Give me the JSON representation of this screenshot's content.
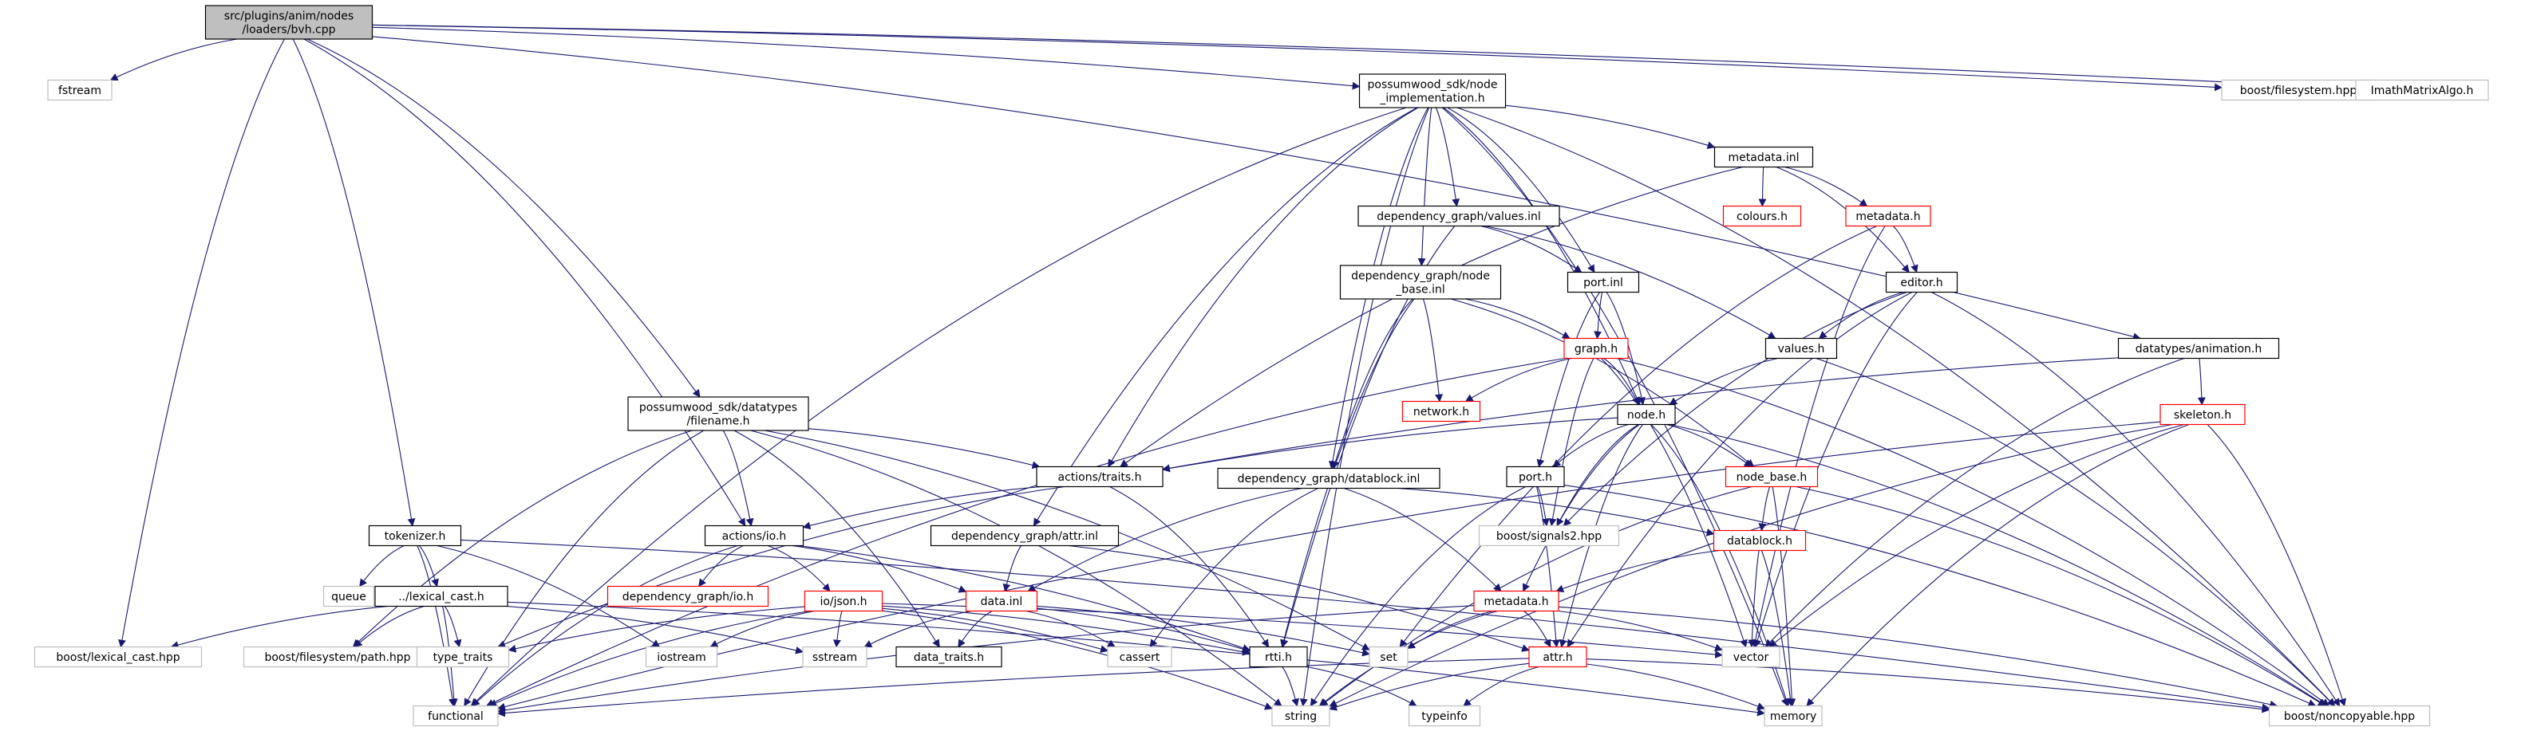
{
  "graph": {
    "nodes": [
      {
        "id": "bvh",
        "lines": [
          "src/plugins/anim/nodes",
          "/loaders/bvh.cpp"
        ],
        "style": "root"
      },
      {
        "id": "fstream",
        "lines": [
          "fstream"
        ],
        "style": "grey"
      },
      {
        "id": "node_impl",
        "lines": [
          "possumwood_sdk/node",
          "_implementation.h"
        ],
        "style": "black"
      },
      {
        "id": "boost_fs",
        "lines": [
          "boost/filesystem.hpp"
        ],
        "style": "grey"
      },
      {
        "id": "imath",
        "lines": [
          "ImathMatrixAlgo.h"
        ],
        "style": "grey"
      },
      {
        "id": "metadata_inl",
        "lines": [
          "metadata.inl"
        ],
        "style": "black"
      },
      {
        "id": "colours",
        "lines": [
          "colours.h"
        ],
        "style": "red"
      },
      {
        "id": "metadata_h_top",
        "lines": [
          "metadata.h"
        ],
        "style": "red"
      },
      {
        "id": "values_inl",
        "lines": [
          "dependency_graph/values.inl"
        ],
        "style": "black"
      },
      {
        "id": "node_base_inl",
        "lines": [
          "dependency_graph/node",
          "_base.inl"
        ],
        "style": "black"
      },
      {
        "id": "port_inl",
        "lines": [
          "port.inl"
        ],
        "style": "black"
      },
      {
        "id": "editor",
        "lines": [
          "editor.h"
        ],
        "style": "black"
      },
      {
        "id": "graph_h",
        "lines": [
          "graph.h"
        ],
        "style": "red"
      },
      {
        "id": "values_h",
        "lines": [
          "values.h"
        ],
        "style": "black"
      },
      {
        "id": "datatypes_anim",
        "lines": [
          "datatypes/animation.h"
        ],
        "style": "black"
      },
      {
        "id": "network",
        "lines": [
          "network.h"
        ],
        "style": "red"
      },
      {
        "id": "node_h",
        "lines": [
          "node.h"
        ],
        "style": "black"
      },
      {
        "id": "skeleton",
        "lines": [
          "skeleton.h"
        ],
        "style": "red"
      },
      {
        "id": "filename",
        "lines": [
          "possumwood_sdk/datatypes",
          "/filename.h"
        ],
        "style": "black"
      },
      {
        "id": "traits",
        "lines": [
          "actions/traits.h"
        ],
        "style": "black"
      },
      {
        "id": "datablock_inl",
        "lines": [
          "dependency_graph/datablock.inl"
        ],
        "style": "black"
      },
      {
        "id": "port_h",
        "lines": [
          "port.h"
        ],
        "style": "black"
      },
      {
        "id": "node_base_h",
        "lines": [
          "node_base.h"
        ],
        "style": "red"
      },
      {
        "id": "tokenizer",
        "lines": [
          "tokenizer.h"
        ],
        "style": "black"
      },
      {
        "id": "actions_io",
        "lines": [
          "actions/io.h"
        ],
        "style": "black"
      },
      {
        "id": "attr_inl",
        "lines": [
          "dependency_graph/attr.inl"
        ],
        "style": "black"
      },
      {
        "id": "signals2",
        "lines": [
          "boost/signals2.hpp"
        ],
        "style": "grey"
      },
      {
        "id": "datablock_h",
        "lines": [
          "datablock.h"
        ],
        "style": "red"
      },
      {
        "id": "queue",
        "lines": [
          "queue"
        ],
        "style": "grey"
      },
      {
        "id": "lexical_cast",
        "lines": [
          "../lexical_cast.h"
        ],
        "style": "black"
      },
      {
        "id": "dg_io",
        "lines": [
          "dependency_graph/io.h"
        ],
        "style": "red"
      },
      {
        "id": "io_json",
        "lines": [
          "io/json.h"
        ],
        "style": "red"
      },
      {
        "id": "data_inl",
        "lines": [
          "data.inl"
        ],
        "style": "red"
      },
      {
        "id": "metadata_h",
        "lines": [
          "metadata.h"
        ],
        "style": "red"
      },
      {
        "id": "boost_lexcast",
        "lines": [
          "boost/lexical_cast.hpp"
        ],
        "style": "grey"
      },
      {
        "id": "boost_path",
        "lines": [
          "boost/filesystem/path.hpp"
        ],
        "style": "grey"
      },
      {
        "id": "type_traits",
        "lines": [
          "type_traits"
        ],
        "style": "grey"
      },
      {
        "id": "iostream",
        "lines": [
          "iostream"
        ],
        "style": "grey"
      },
      {
        "id": "sstream",
        "lines": [
          "sstream"
        ],
        "style": "grey"
      },
      {
        "id": "data_traits",
        "lines": [
          "data_traits.h"
        ],
        "style": "black"
      },
      {
        "id": "cassert",
        "lines": [
          "cassert"
        ],
        "style": "grey"
      },
      {
        "id": "rtti",
        "lines": [
          "rtti.h"
        ],
        "style": "black"
      },
      {
        "id": "set",
        "lines": [
          "set"
        ],
        "style": "grey"
      },
      {
        "id": "attr_h",
        "lines": [
          "attr.h"
        ],
        "style": "red"
      },
      {
        "id": "vector",
        "lines": [
          "vector"
        ],
        "style": "grey"
      },
      {
        "id": "functional",
        "lines": [
          "functional"
        ],
        "style": "grey"
      },
      {
        "id": "string",
        "lines": [
          "string"
        ],
        "style": "grey"
      },
      {
        "id": "typeinfo",
        "lines": [
          "typeinfo"
        ],
        "style": "grey"
      },
      {
        "id": "memory",
        "lines": [
          "memory"
        ],
        "style": "grey"
      },
      {
        "id": "noncopyable",
        "lines": [
          "boost/noncopyable.hpp"
        ],
        "style": "grey"
      }
    ],
    "edges": [
      [
        "bvh",
        "fstream"
      ],
      [
        "bvh",
        "node_impl"
      ],
      [
        "bvh",
        "boost_fs"
      ],
      [
        "bvh",
        "imath"
      ],
      [
        "bvh",
        "datatypes_anim"
      ],
      [
        "bvh",
        "filename"
      ],
      [
        "bvh",
        "tokenizer"
      ],
      [
        "bvh",
        "actions_io"
      ],
      [
        "bvh",
        "boost_lexcast"
      ],
      [
        "node_impl",
        "metadata_inl"
      ],
      [
        "node_impl",
        "values_inl"
      ],
      [
        "node_impl",
        "node_base_inl"
      ],
      [
        "node_impl",
        "port_inl"
      ],
      [
        "node_impl",
        "node_h"
      ],
      [
        "node_impl",
        "traits"
      ],
      [
        "node_impl",
        "datablock_inl"
      ],
      [
        "node_impl",
        "attr_inl"
      ],
      [
        "node_impl",
        "functional"
      ],
      [
        "node_impl",
        "string"
      ],
      [
        "node_impl",
        "memory"
      ],
      [
        "node_impl",
        "noncopyable"
      ],
      [
        "metadata_inl",
        "colours"
      ],
      [
        "metadata_inl",
        "metadata_h_top"
      ],
      [
        "metadata_inl",
        "editor"
      ],
      [
        "metadata_inl",
        "traits"
      ],
      [
        "metadata_h_top",
        "editor"
      ],
      [
        "metadata_h_top",
        "set"
      ],
      [
        "metadata_h_top",
        "vector"
      ],
      [
        "values_inl",
        "port_inl"
      ],
      [
        "values_inl",
        "values_h"
      ],
      [
        "values_inl",
        "rtti"
      ],
      [
        "node_base_inl",
        "graph_h"
      ],
      [
        "node_base_inl",
        "network"
      ],
      [
        "node_base_inl",
        "node_base_h"
      ],
      [
        "node_base_inl",
        "datablock_inl"
      ],
      [
        "node_base_inl",
        "rtti"
      ],
      [
        "port_inl",
        "graph_h"
      ],
      [
        "port_inl",
        "node_h"
      ],
      [
        "port_inl",
        "port_h"
      ],
      [
        "editor",
        "values_h"
      ],
      [
        "editor",
        "signals2"
      ],
      [
        "editor",
        "vector"
      ],
      [
        "editor",
        "attr_h"
      ],
      [
        "editor",
        "noncopyable"
      ],
      [
        "graph_h",
        "network"
      ],
      [
        "graph_h",
        "node_h"
      ],
      [
        "graph_h",
        "signals2"
      ],
      [
        "graph_h",
        "functional"
      ],
      [
        "graph_h",
        "noncopyable"
      ],
      [
        "graph_h",
        "vector"
      ],
      [
        "values_h",
        "node_h"
      ],
      [
        "values_h",
        "noncopyable"
      ],
      [
        "datatypes_anim",
        "skeleton"
      ],
      [
        "datatypes_anim",
        "traits"
      ],
      [
        "datatypes_anim",
        "vector"
      ],
      [
        "node_h",
        "port_h"
      ],
      [
        "node_h",
        "node_base_h"
      ],
      [
        "node_h",
        "signals2"
      ],
      [
        "node_h",
        "traits"
      ],
      [
        "node_h",
        "attr_h"
      ],
      [
        "node_h",
        "metadata_h"
      ],
      [
        "node_h",
        "memory"
      ],
      [
        "node_h",
        "noncopyable"
      ],
      [
        "skeleton",
        "functional"
      ],
      [
        "skeleton",
        "vector"
      ],
      [
        "skeleton",
        "string"
      ],
      [
        "skeleton",
        "memory"
      ],
      [
        "skeleton",
        "noncopyable"
      ],
      [
        "filename",
        "traits"
      ],
      [
        "filename",
        "actions_io"
      ],
      [
        "filename",
        "boost_path"
      ],
      [
        "filename",
        "functional"
      ],
      [
        "filename",
        "set"
      ],
      [
        "filename",
        "string"
      ],
      [
        "filename",
        "data_traits"
      ],
      [
        "traits",
        "actions_io"
      ],
      [
        "traits",
        "rtti"
      ],
      [
        "traits",
        "type_traits"
      ],
      [
        "datablock_inl",
        "datablock_h"
      ],
      [
        "datablock_inl",
        "data_inl"
      ],
      [
        "datablock_inl",
        "metadata_h"
      ],
      [
        "datablock_inl",
        "cassert"
      ],
      [
        "port_h",
        "signals2"
      ],
      [
        "port_h",
        "attr_h"
      ],
      [
        "port_h",
        "string"
      ],
      [
        "port_h",
        "noncopyable"
      ],
      [
        "node_base_h",
        "datablock_h"
      ],
      [
        "node_base_h",
        "memory"
      ],
      [
        "node_base_h",
        "string"
      ],
      [
        "node_base_h",
        "noncopyable"
      ],
      [
        "tokenizer",
        "queue"
      ],
      [
        "tokenizer",
        "lexical_cast"
      ],
      [
        "tokenizer",
        "iostream"
      ],
      [
        "tokenizer",
        "functional"
      ],
      [
        "tokenizer",
        "noncopyable"
      ],
      [
        "actions_io",
        "dg_io"
      ],
      [
        "actions_io",
        "io_json"
      ],
      [
        "actions_io",
        "data_inl"
      ],
      [
        "actions_io",
        "functional"
      ],
      [
        "actions_io",
        "rtti"
      ],
      [
        "attr_inl",
        "data_inl"
      ],
      [
        "attr_inl",
        "attr_h"
      ],
      [
        "datablock_h",
        "metadata_h"
      ],
      [
        "datablock_h",
        "memory"
      ],
      [
        "datablock_h",
        "vector"
      ],
      [
        "lexical_cast",
        "boost_lexcast"
      ],
      [
        "lexical_cast",
        "boost_path"
      ],
      [
        "lexical_cast",
        "type_traits"
      ],
      [
        "lexical_cast",
        "sstream"
      ],
      [
        "lexical_cast",
        "functional"
      ],
      [
        "lexical_cast",
        "memory"
      ],
      [
        "io_json",
        "type_traits"
      ],
      [
        "io_json",
        "iostream"
      ],
      [
        "io_json",
        "sstream"
      ],
      [
        "io_json",
        "functional"
      ],
      [
        "io_json",
        "string"
      ],
      [
        "io_json",
        "cassert"
      ],
      [
        "io_json",
        "rtti"
      ],
      [
        "io_json",
        "vector"
      ],
      [
        "data_inl",
        "sstream"
      ],
      [
        "data_inl",
        "data_traits"
      ],
      [
        "data_inl",
        "cassert"
      ],
      [
        "data_inl",
        "rtti"
      ],
      [
        "data_inl",
        "set"
      ],
      [
        "metadata_h",
        "attr_h"
      ],
      [
        "metadata_h",
        "set"
      ],
      [
        "metadata_h",
        "vector"
      ],
      [
        "metadata_h",
        "string"
      ],
      [
        "metadata_h",
        "functional"
      ],
      [
        "metadata_h",
        "noncopyable"
      ],
      [
        "rtti",
        "string"
      ],
      [
        "rtti",
        "typeinfo"
      ],
      [
        "attr_h",
        "functional"
      ],
      [
        "attr_h",
        "string"
      ],
      [
        "attr_h",
        "typeinfo"
      ],
      [
        "attr_h",
        "memory"
      ],
      [
        "attr_h",
        "noncopyable"
      ]
    ]
  },
  "colors": {
    "edge": "#191970",
    "root_fill": "#bfbfbf",
    "black_border": "#000000",
    "red_border": "#ff0000",
    "grey_border": "#bfbfbf",
    "text": "#000000"
  }
}
